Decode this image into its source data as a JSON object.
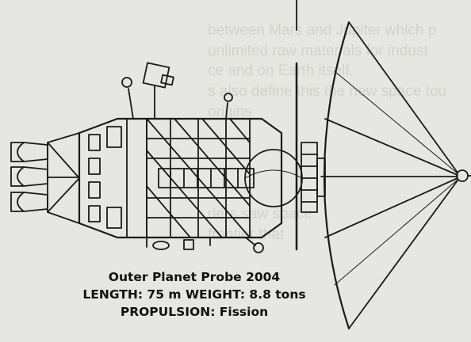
{
  "background_text": [
    "",
    "between Mars and Jupiter which p",
    "unlimited raw materials for indust",
    "ce and on Earth itself.",
    "s also define this the new space tou",
    "origins",
    "",
    "",
    "",
    "",
    "ders saw space",
    "frontier that",
    ""
  ],
  "caption": {
    "line1": "Outer Planet Probe   2004",
    "line2": "LENGTH: 75 m   WEIGHT: 8.8 tons",
    "line3": "PROPULSION: Fission"
  },
  "colors": {
    "paper": "#e6e7e2",
    "ink": "#1a1a1a",
    "ghost_text": "#d2d3cd"
  }
}
